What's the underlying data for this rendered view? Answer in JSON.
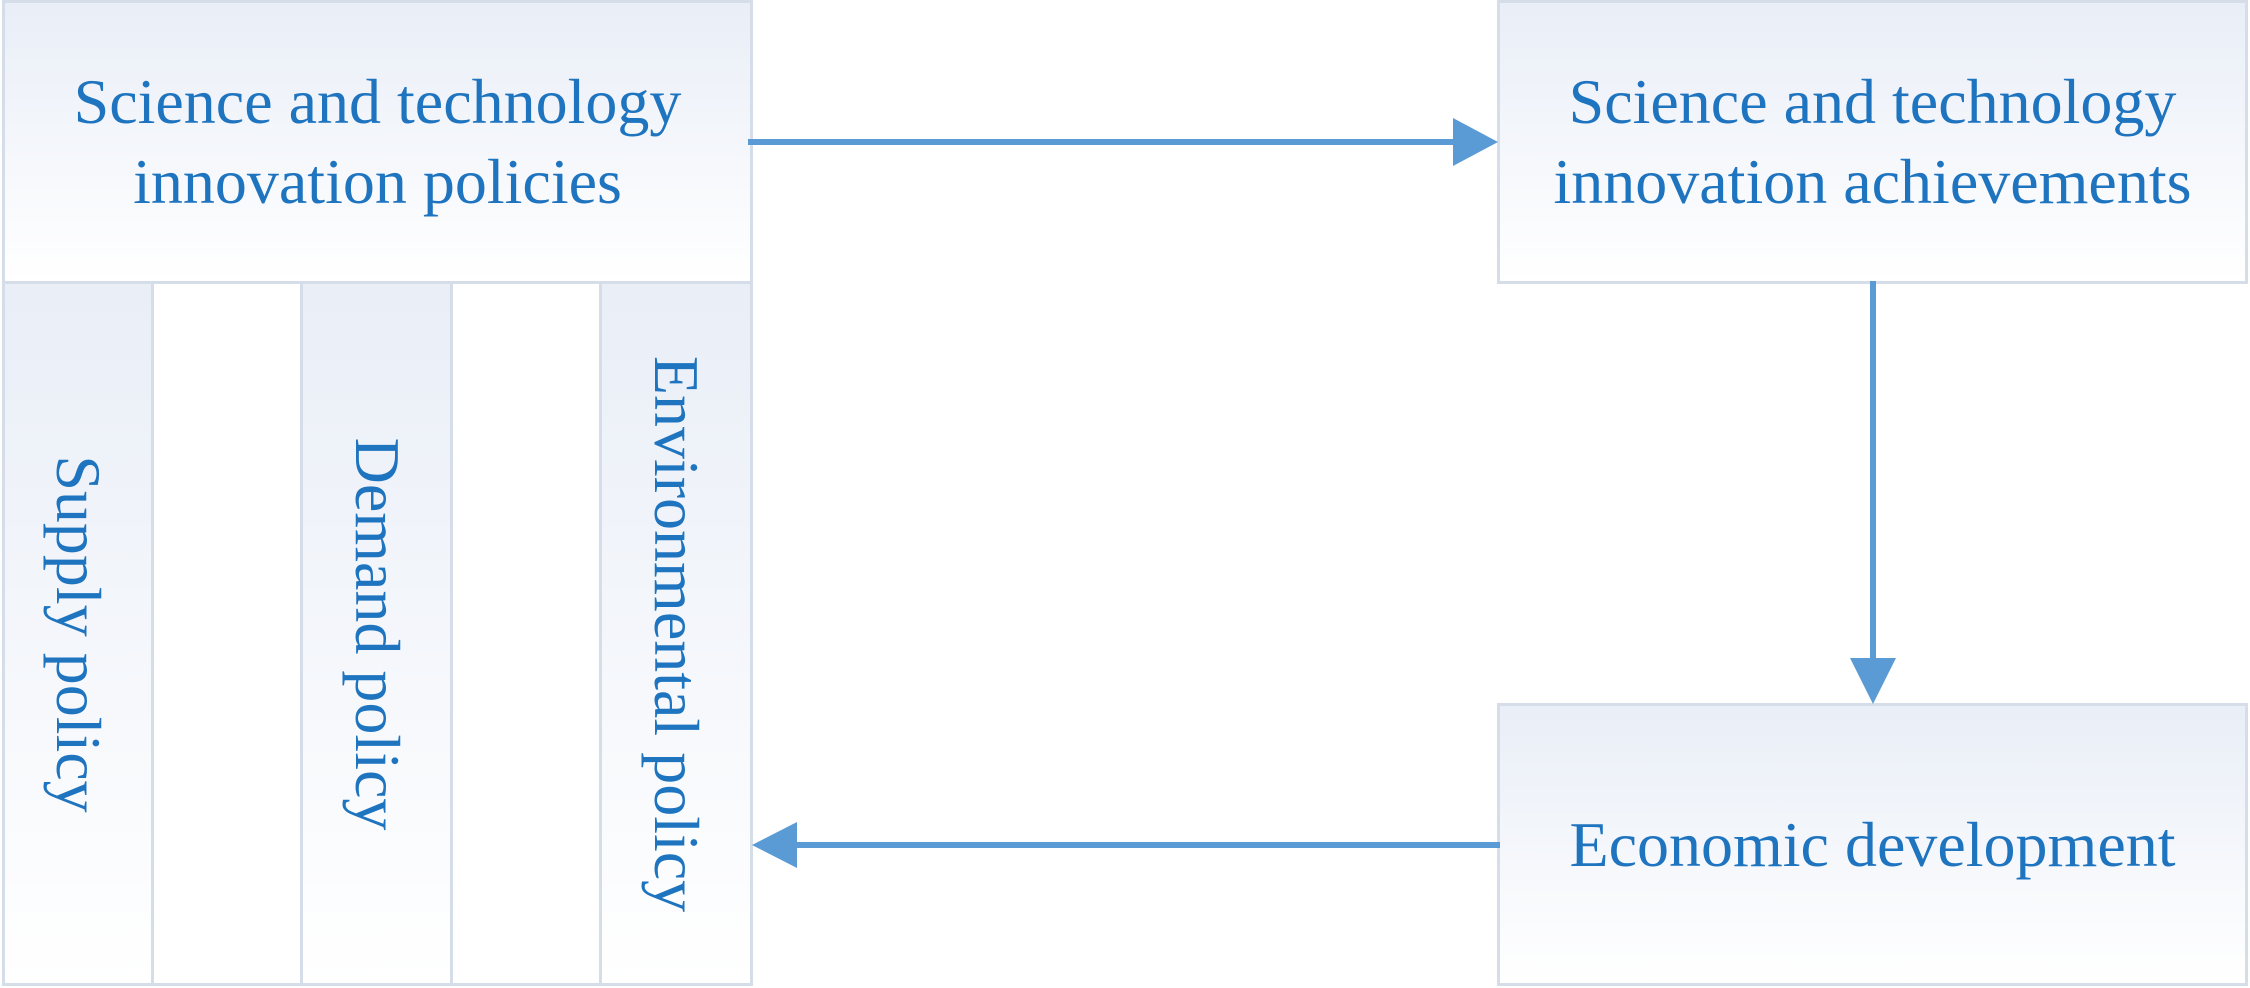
{
  "diagram": {
    "colors": {
      "text": "#1f74bf",
      "arrow": "#5b9bd5",
      "border": "#d5dde9",
      "fill_top": "#e9eef7"
    },
    "nodes": {
      "policies": "Science and technology\ninnovation policies",
      "achievements": "Science and technology\ninnovation achievements",
      "economic": "Economic development"
    },
    "policy_types": {
      "supply": "Supply policy",
      "demand": "Demand policy",
      "environmental": "Environmental policy"
    }
  }
}
